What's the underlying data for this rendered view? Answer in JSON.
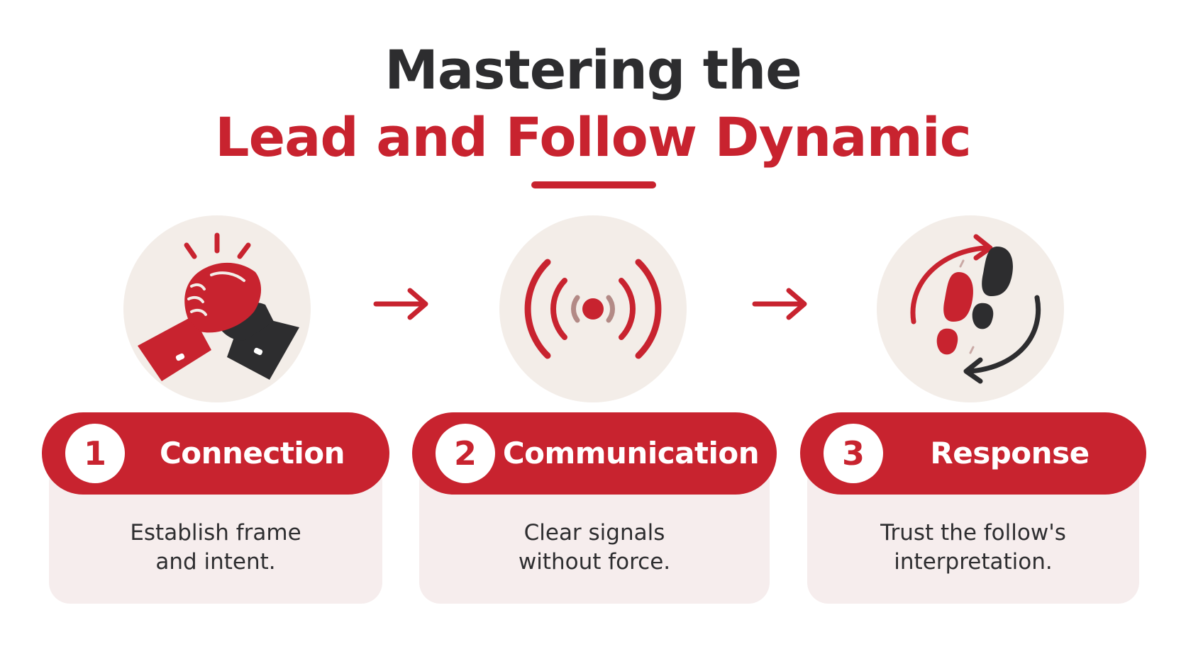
{
  "title": {
    "line1": "Mastering the",
    "line2": "Lead and Follow Dynamic"
  },
  "colors": {
    "accent": "#c8232f",
    "dark": "#2d2d2f",
    "icon_circle": "#f3ede8",
    "card_body": "#f6eded"
  },
  "steps": [
    {
      "number": "1",
      "label": "Connection",
      "description": "Establish frame\nand intent.",
      "icon": "handshake-icon"
    },
    {
      "number": "2",
      "label": "Communication",
      "description": "Clear signals\nwithout force.",
      "icon": "signal-waves-icon"
    },
    {
      "number": "3",
      "label": "Response",
      "description": "Trust the follow's\ninterpretation.",
      "icon": "footprints-cycle-icon"
    }
  ],
  "connector_icon": "arrow-right-icon"
}
